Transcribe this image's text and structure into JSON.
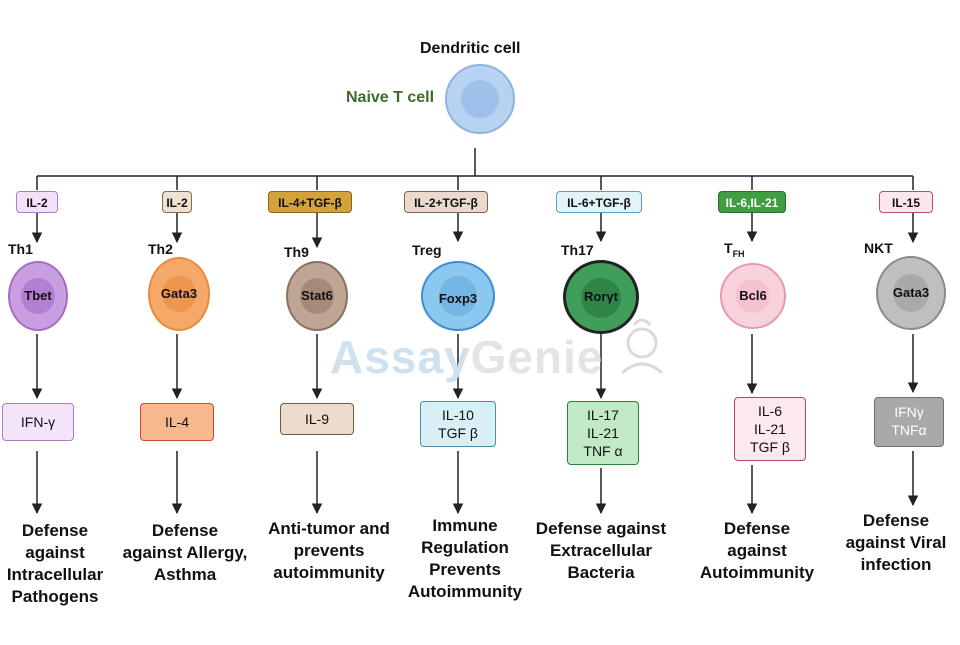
{
  "top": {
    "dendritic_label": "Dendritic cell",
    "naive_label": "Naive T cell"
  },
  "watermark": {
    "part1": "Assay",
    "part2": "Genie"
  },
  "colors": {
    "line": "#222222",
    "naive_text": "#3b6b2a"
  },
  "columns": [
    {
      "cytokine": "IL-2",
      "cell": "Th1",
      "tf": "Tbet",
      "outputs": [
        "IFN-γ"
      ],
      "function": [
        "Defense",
        "against",
        "Intracellular",
        "Pathogens"
      ]
    },
    {
      "cytokine": "IL-2",
      "cell": "Th2",
      "tf": "Gata3",
      "outputs": [
        "IL-4"
      ],
      "function": [
        "Defense",
        "against Allergy,",
        "Asthma"
      ]
    },
    {
      "cytokine": "IL-4+TGF-β",
      "cell": "Th9",
      "tf": "Stat6",
      "outputs": [
        "IL-9"
      ],
      "function": [
        "Anti-tumor and",
        "prevents",
        "autoimmunity"
      ]
    },
    {
      "cytokine": "IL-2+TGF-β",
      "cell": "Treg",
      "tf": "Foxp3",
      "outputs": [
        "IL-10",
        "TGF β"
      ],
      "function": [
        "Immune",
        "Regulation",
        "Prevents",
        "Autoimmunity"
      ]
    },
    {
      "cytokine": "IL-6+TGF-β",
      "cell": "Th17",
      "tf": "Rorγt",
      "outputs": [
        "IL-17",
        "IL-21",
        "TNF α"
      ],
      "function": [
        "Defense against",
        "Extracellular",
        "Bacteria"
      ]
    },
    {
      "cytokine": "IL-6,IL-21",
      "cell": "T",
      "cell_sub": "FH",
      "tf": "Bcl6",
      "outputs": [
        "IL-6",
        "IL-21",
        "TGF β"
      ],
      "function": [
        "Defense",
        "against",
        "Autoimmunity"
      ]
    },
    {
      "cytokine": "IL-15",
      "cell": "NKT",
      "tf": "Gata3",
      "outputs": [
        "IFNγ",
        "TNFα"
      ],
      "function": [
        "Defense",
        "against Viral",
        "infection"
      ]
    }
  ]
}
